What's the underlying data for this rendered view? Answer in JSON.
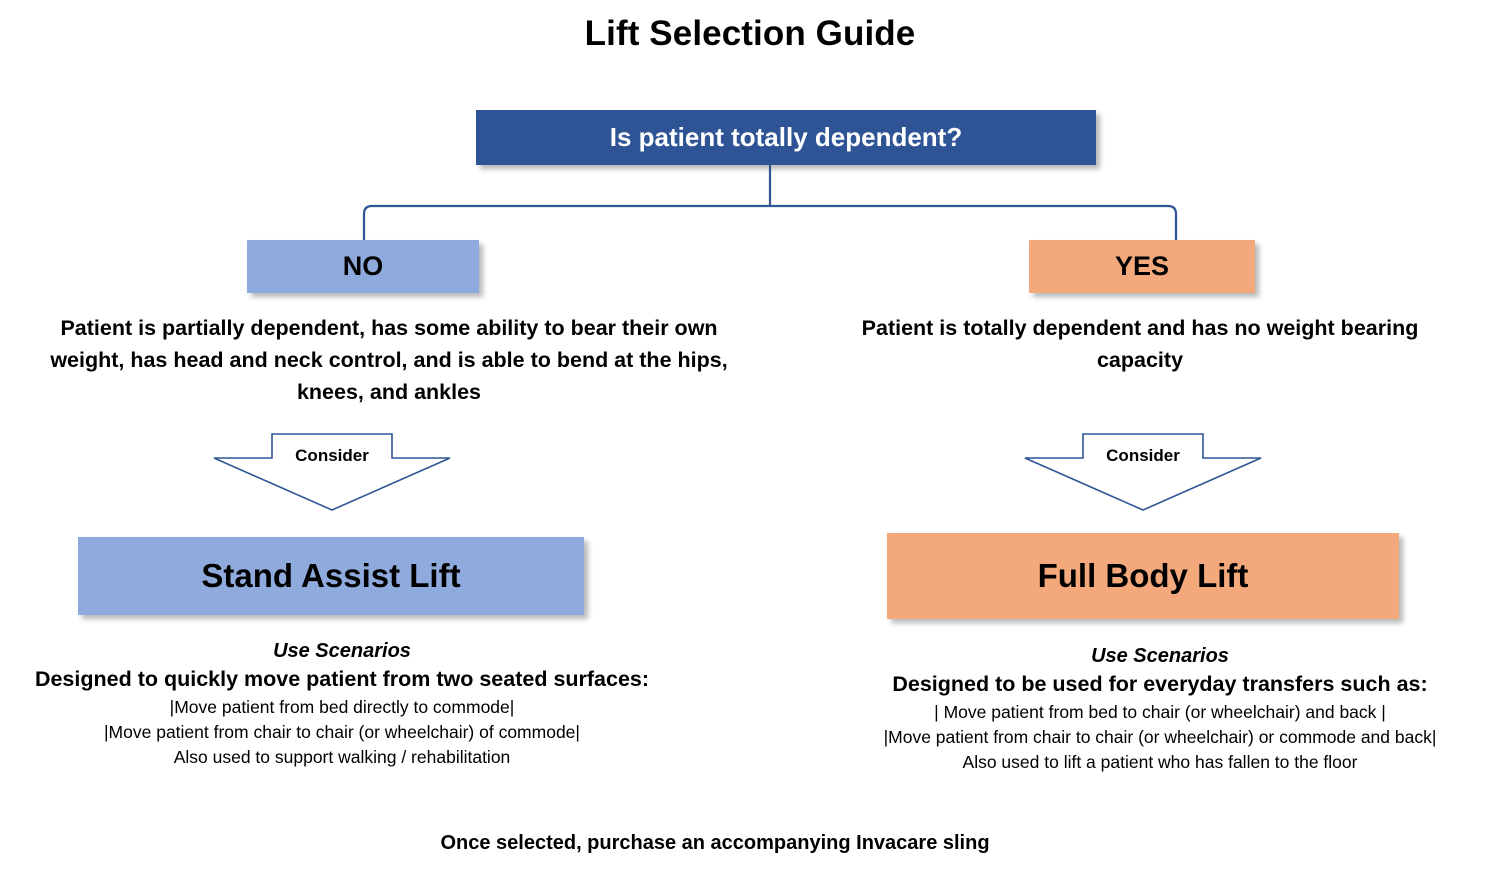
{
  "title": "Lift Selection Guide",
  "colors": {
    "dark_blue": "#2E5496",
    "light_blue": "#8FAADC",
    "orange": "#F4A97C",
    "text": "#000000",
    "background": "#ffffff",
    "connector_stroke": "#2F5597"
  },
  "root": {
    "label": "Is patient totally dependent?"
  },
  "branches": {
    "left": {
      "answer": "NO",
      "description": "Patient is partially dependent, has some ability to bear their own weight, has head and neck control, and is able to bend at the hips, knees, and ankles",
      "arrow_label": "Consider",
      "result": "Stand Assist Lift",
      "scenarios": {
        "heading": "Use Scenarios",
        "lead": "Designed to quickly move patient from two seated surfaces:",
        "items": [
          "|Move patient from bed directly to commode|",
          "|Move patient from chair to chair (or wheelchair) of commode|",
          "Also used to support walking / rehabilitation"
        ]
      }
    },
    "right": {
      "answer": "YES",
      "description": "Patient is totally dependent and has no weight bearing capacity",
      "arrow_label": "Consider",
      "result": "Full Body Lift",
      "scenarios": {
        "heading": "Use Scenarios",
        "lead": "Designed to be used for everyday transfers such as:",
        "items": [
          "| Move patient from bed to chair (or wheelchair) and back |",
          "|Move patient from chair to chair (or wheelchair) or commode and back|",
          "Also used to lift a patient who has fallen to the floor"
        ]
      }
    }
  },
  "footer": {
    "note": "Once selected, purchase an accompanying Invacare sling"
  }
}
